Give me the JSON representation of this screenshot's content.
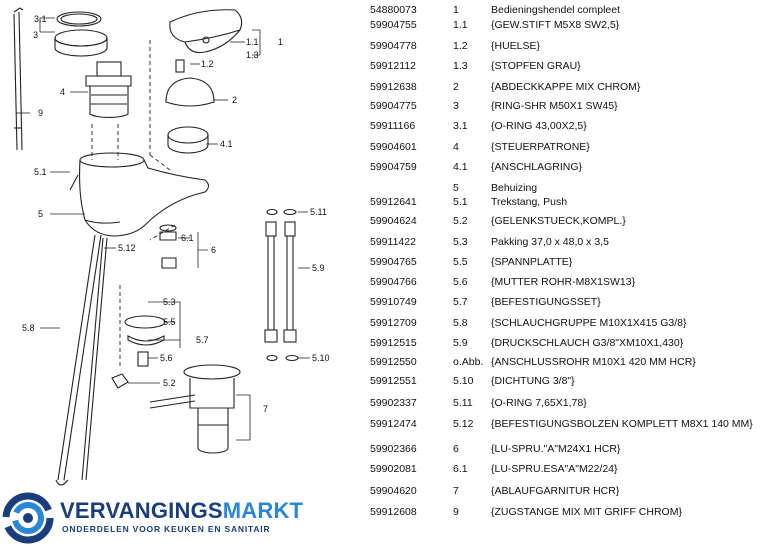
{
  "diagram": {
    "labels": [
      "3.1",
      "3",
      "4",
      "9",
      "1.1",
      "1",
      "1.2",
      "1.3",
      "2",
      "4.1",
      "5.1",
      "5",
      "6.1",
      "6",
      "5.12",
      "5.11",
      "5.9",
      "5.8",
      "5.3",
      "5.5",
      "5.7",
      "5.6",
      "5.2",
      "5.10",
      "7"
    ]
  },
  "parts": [
    {
      "code": "54880073",
      "pos": "1",
      "desc": "Bedieningshendel compleet"
    },
    {
      "code": "59904755",
      "pos": "1.1",
      "desc": "{GEW.STIFT M5X8 SW2,5}"
    },
    {
      "code": "59904778",
      "pos": "1.2",
      "desc": "{HUELSE}"
    },
    {
      "code": "59912112",
      "pos": "1.3",
      "desc": "{STOPFEN GRAU}"
    },
    {
      "code": "59912638",
      "pos": "2",
      "desc": "{ABDECKKAPPE MIX CHROM}"
    },
    {
      "code": "59904775",
      "pos": "3",
      "desc": "{RING-SHR M50X1 SW45}"
    },
    {
      "code": "59911166",
      "pos": "3.1",
      "desc": "{O-RING 43,00X2,5}"
    },
    {
      "code": "59904601",
      "pos": "4",
      "desc": "{STEUERPATRONE}"
    },
    {
      "code": "59904759",
      "pos": "4.1",
      "desc": "{ANSCHLAGRING}"
    },
    {
      "code": "",
      "pos": "5",
      "desc": "Behuizing"
    },
    {
      "code": "59912641",
      "pos": "5.1",
      "desc": "Trekstang, Push"
    },
    {
      "code": "59904624",
      "pos": "5.2",
      "desc": "{GELENKSTUECK,KOMPL.}"
    },
    {
      "code": "59911422",
      "pos": "5.3",
      "desc": "Pakking 37,0 x 48,0 x 3,5"
    },
    {
      "code": "59904765",
      "pos": "5.5",
      "desc": "{SPANNPLATTE}"
    },
    {
      "code": "59904766",
      "pos": "5.6",
      "desc": "{MUTTER ROHR-M8X1SW13}"
    },
    {
      "code": "59910749",
      "pos": "5.7",
      "desc": "{BEFESTIGUNGSSET}"
    },
    {
      "code": "59912709",
      "pos": "5.8",
      "desc": "{SCHLAUCHGRUPPE M10X1X415 G3/8}"
    },
    {
      "code": "59912515",
      "pos": "5.9",
      "desc": "{DRUCKSCHLAUCH G3/8\"XM10X1,430}"
    },
    {
      "code": "59912550",
      "pos": "o.Abb.",
      "desc": "{ANSCHLUSSROHR M10X1 420 MM HCR}"
    },
    {
      "code": "59912551",
      "pos": "5.10",
      "desc": "{DICHTUNG 3/8\"}"
    },
    {
      "code": "59902337",
      "pos": "5.11",
      "desc": "{O-RING 7,65X1,78}"
    },
    {
      "code": "59912474",
      "pos": "5.12",
      "desc": "{BEFESTIGUNGSBOLZEN KOMPLETT M8X1 140 MM}"
    },
    {
      "code": "59902366",
      "pos": "6",
      "desc": "{LU-SPRU.\"A\"M24X1 HCR}"
    },
    {
      "code": "59902081",
      "pos": "6.1",
      "desc": "{LU-SPRU.ESA\"A\"M22/24}"
    },
    {
      "code": "59904620",
      "pos": "7",
      "desc": "{ABLAUFGARNITUR HCR}"
    },
    {
      "code": "59912608",
      "pos": "9",
      "desc": "{ZUGSTANGE MIX MIT GRIFF CHROM}"
    }
  ],
  "logo": {
    "brand_main": "VERVANGINGS",
    "brand_accent": "MARKT",
    "tagline": "ONDERDELEN VOOR KEUKEN EN SANITAIR",
    "icon": "circular-swirl-icon",
    "colors": {
      "dark": "#1a3d7c",
      "light": "#2a86d6"
    }
  }
}
